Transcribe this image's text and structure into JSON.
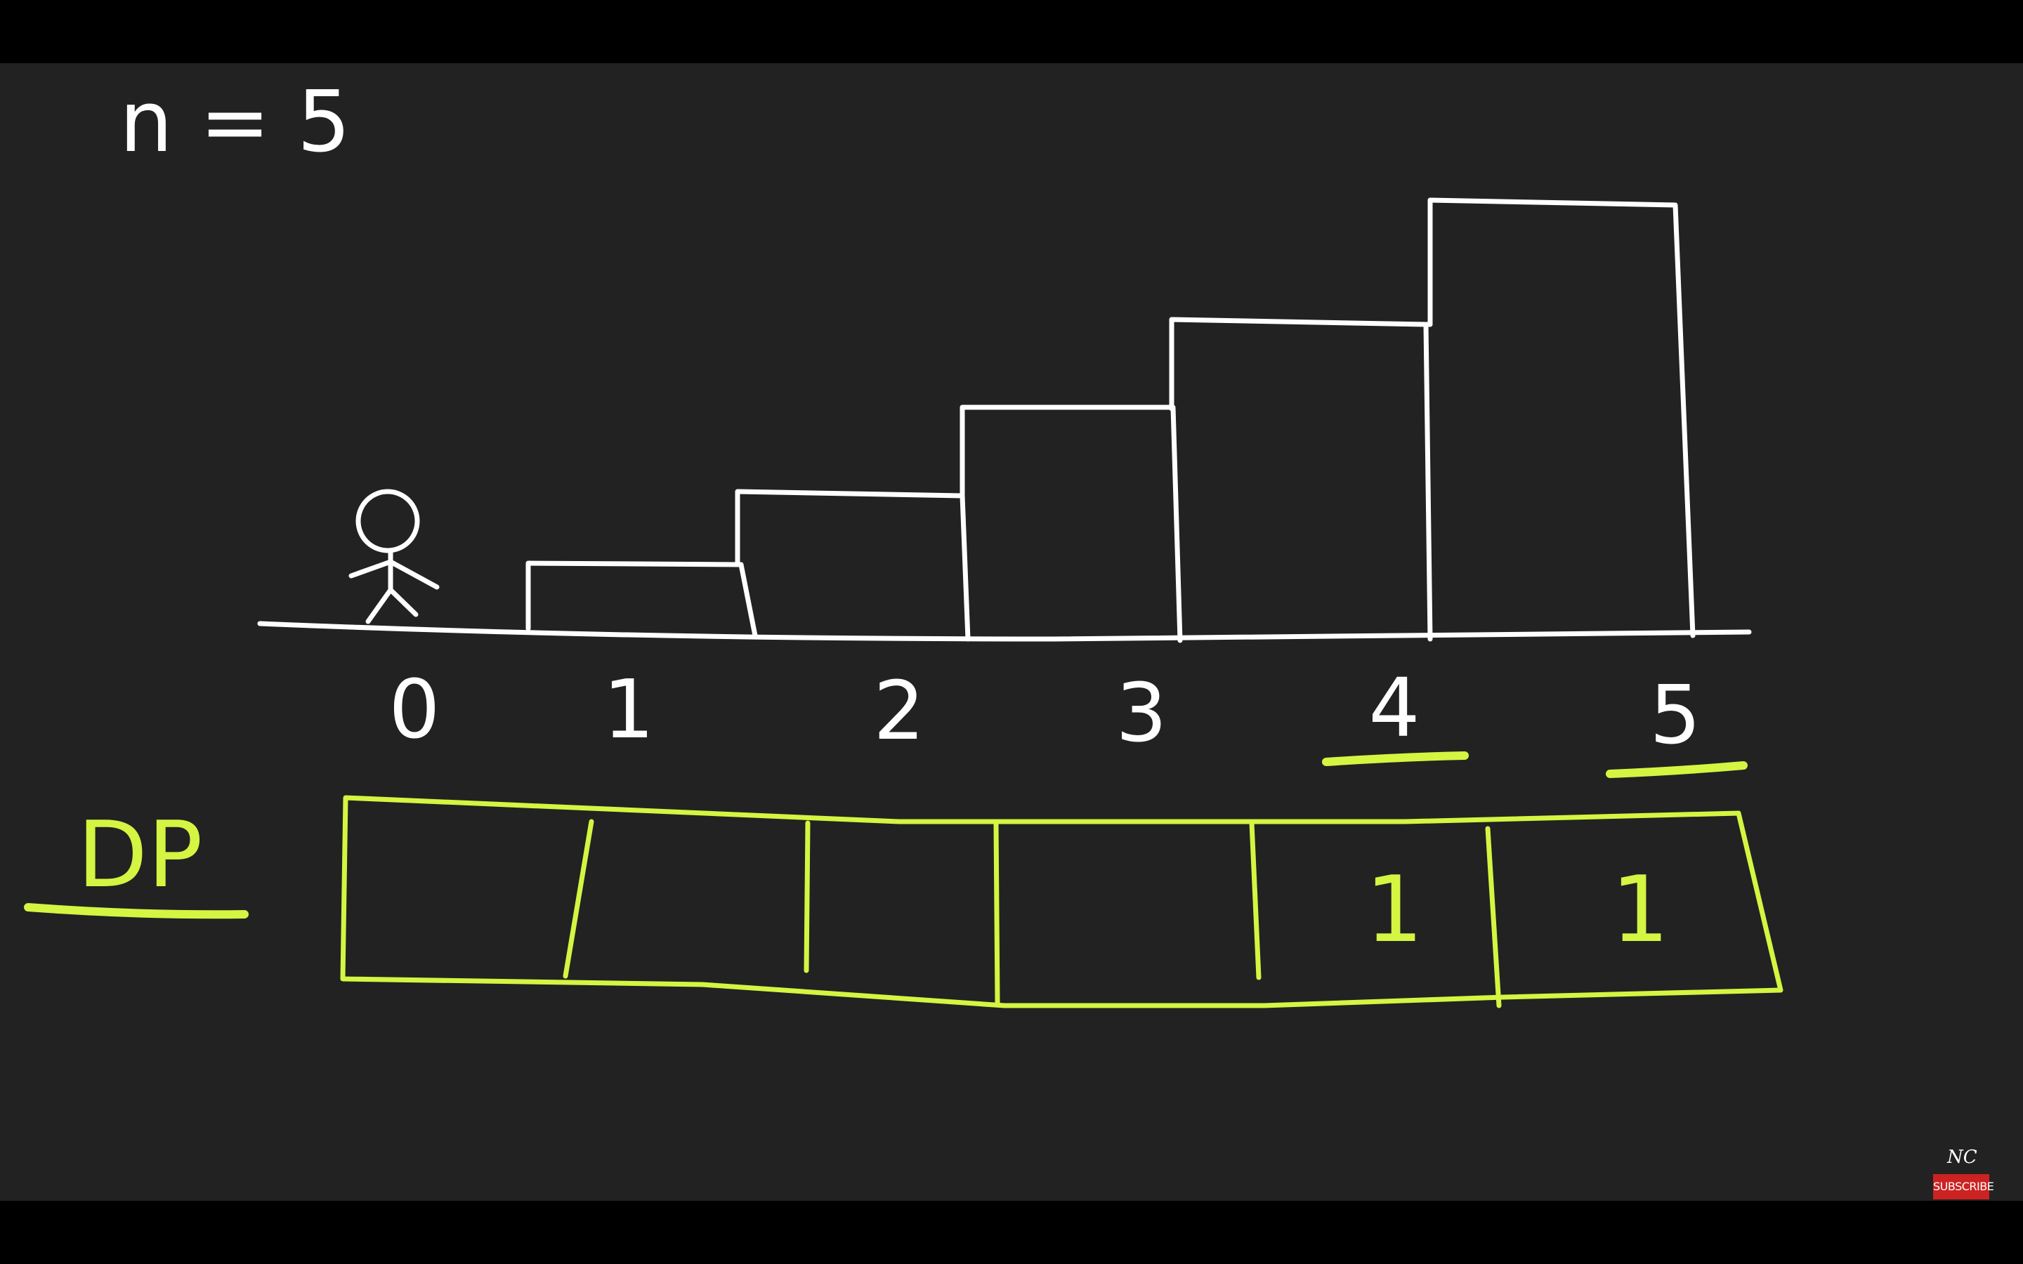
{
  "problem": {
    "label": "n = 5"
  },
  "stairs": {
    "step_labels": [
      "0",
      "1",
      "2",
      "3",
      "4",
      "5"
    ]
  },
  "dp": {
    "label": "DP",
    "cells": [
      "",
      "",
      "",
      "",
      "1",
      "1"
    ]
  },
  "channel": {
    "logo_text": "NC",
    "subscribe_label": "SUBSCRIBE"
  },
  "colors": {
    "background": "#222222",
    "chalk_white": "#ffffff",
    "chalk_green": "#d4f542",
    "subscribe_red": "#cc2222"
  }
}
